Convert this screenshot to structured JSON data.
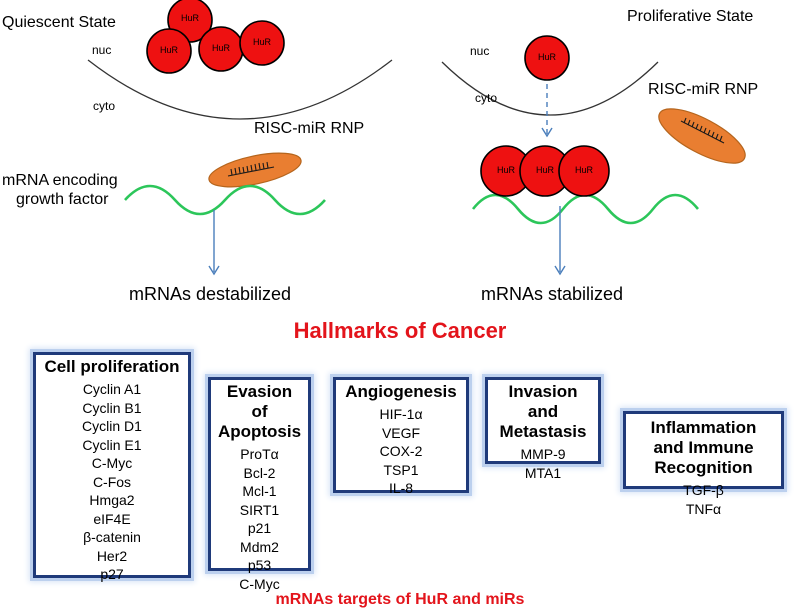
{
  "top_left": {
    "state_label": "Quiescent State",
    "nuc_label": "nuc",
    "cyto_label": "cyto",
    "risc_label": "RISC-miR RNP",
    "mrna_label_line1": "mRNA encoding",
    "mrna_label_line2": "growth factor",
    "result_label": "mRNAs destabilized",
    "hur_labels": [
      "HuR",
      "HuR",
      "HuR",
      "HuR"
    ]
  },
  "top_right": {
    "state_label": "Proliferative State",
    "nuc_label": "nuc",
    "cyto_label": "cyto",
    "risc_label": "RISC-miR RNP",
    "result_label": "mRNAs stabilized",
    "hur_nucleus_label": "HuR",
    "hur_cyto_labels": [
      "HuR",
      "HuR",
      "HuR"
    ]
  },
  "hallmarks_title": "Hallmarks of Cancer",
  "footer": "mRNAs targets of HuR and miRs",
  "boxes": [
    {
      "title": "Cell proliferation",
      "items": [
        "Cyclin A1",
        "Cyclin B1",
        "Cyclin D1",
        "Cyclin E1",
        "C-Myc",
        "C-Fos",
        "Hmga2",
        "eIF4E",
        "β-catenin",
        "Her2",
        "p27"
      ]
    },
    {
      "title": "Evasion of Apoptosis",
      "items": [
        "ProTα",
        "Bcl-2",
        "Mcl-1",
        "SIRT1",
        "p21",
        "Mdm2",
        "p53",
        "C-Myc"
      ]
    },
    {
      "title": "Angiogenesis",
      "items": [
        "HIF-1α",
        "VEGF",
        "COX-2",
        "TSP1",
        "IL-8"
      ]
    },
    {
      "title": "Invasion and Metastasis",
      "items": [
        "MMP-9",
        "MTA1"
      ]
    },
    {
      "title": "Inflammation and Immune Recognition",
      "items": [
        "TGF-β",
        "TNFα"
      ]
    }
  ],
  "colors": {
    "hur_fill": "#ee1111",
    "risc_fill": "#e97e31",
    "mrna_strand": "#2cc65a",
    "arrow": "#4a7ebb",
    "title_red": "#e3141b",
    "box_border": "#1f3a7a"
  }
}
